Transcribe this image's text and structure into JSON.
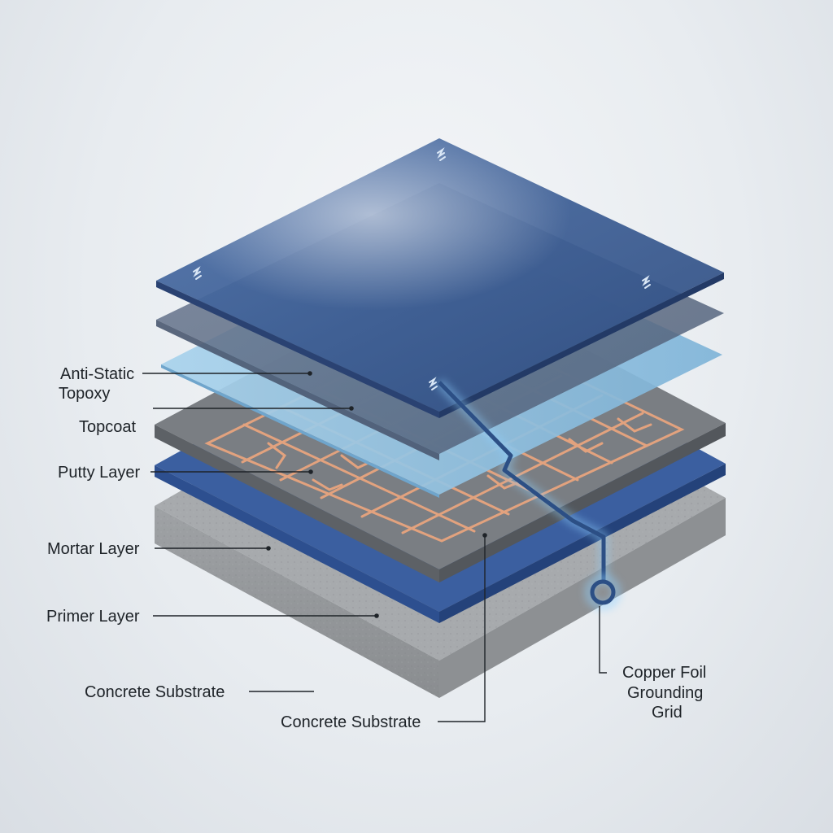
{
  "labels": {
    "anti_static_topoxy_line1": "Anti-Static",
    "anti_static_topoxy_line2": "Topoxy",
    "topcoat": "Topcoat",
    "putty_layer": "Putty Layer",
    "mortar_layer": "Mortar Layer",
    "primer_layer": "Primer Layer",
    "concrete_substrate_left": "Concrete Substrate",
    "concrete_substrate_bottom": "Concrete Substrate",
    "copper_line1": "Copper Foil",
    "copper_line2": "Grounding",
    "copper_line3": "Grid"
  },
  "colors": {
    "top_panel": "#3e5f95",
    "second_panel": "#5a6a80",
    "light_panel": "#8fc0df",
    "putty_slab": "#707479",
    "copper": "#e2a27e",
    "primer_band": "#2d4f8f",
    "concrete": "#a3a6a9",
    "ground_wire": "#2c4f85",
    "glow": "#8ed0ff"
  },
  "icons": [
    "static-discharge-icon"
  ]
}
